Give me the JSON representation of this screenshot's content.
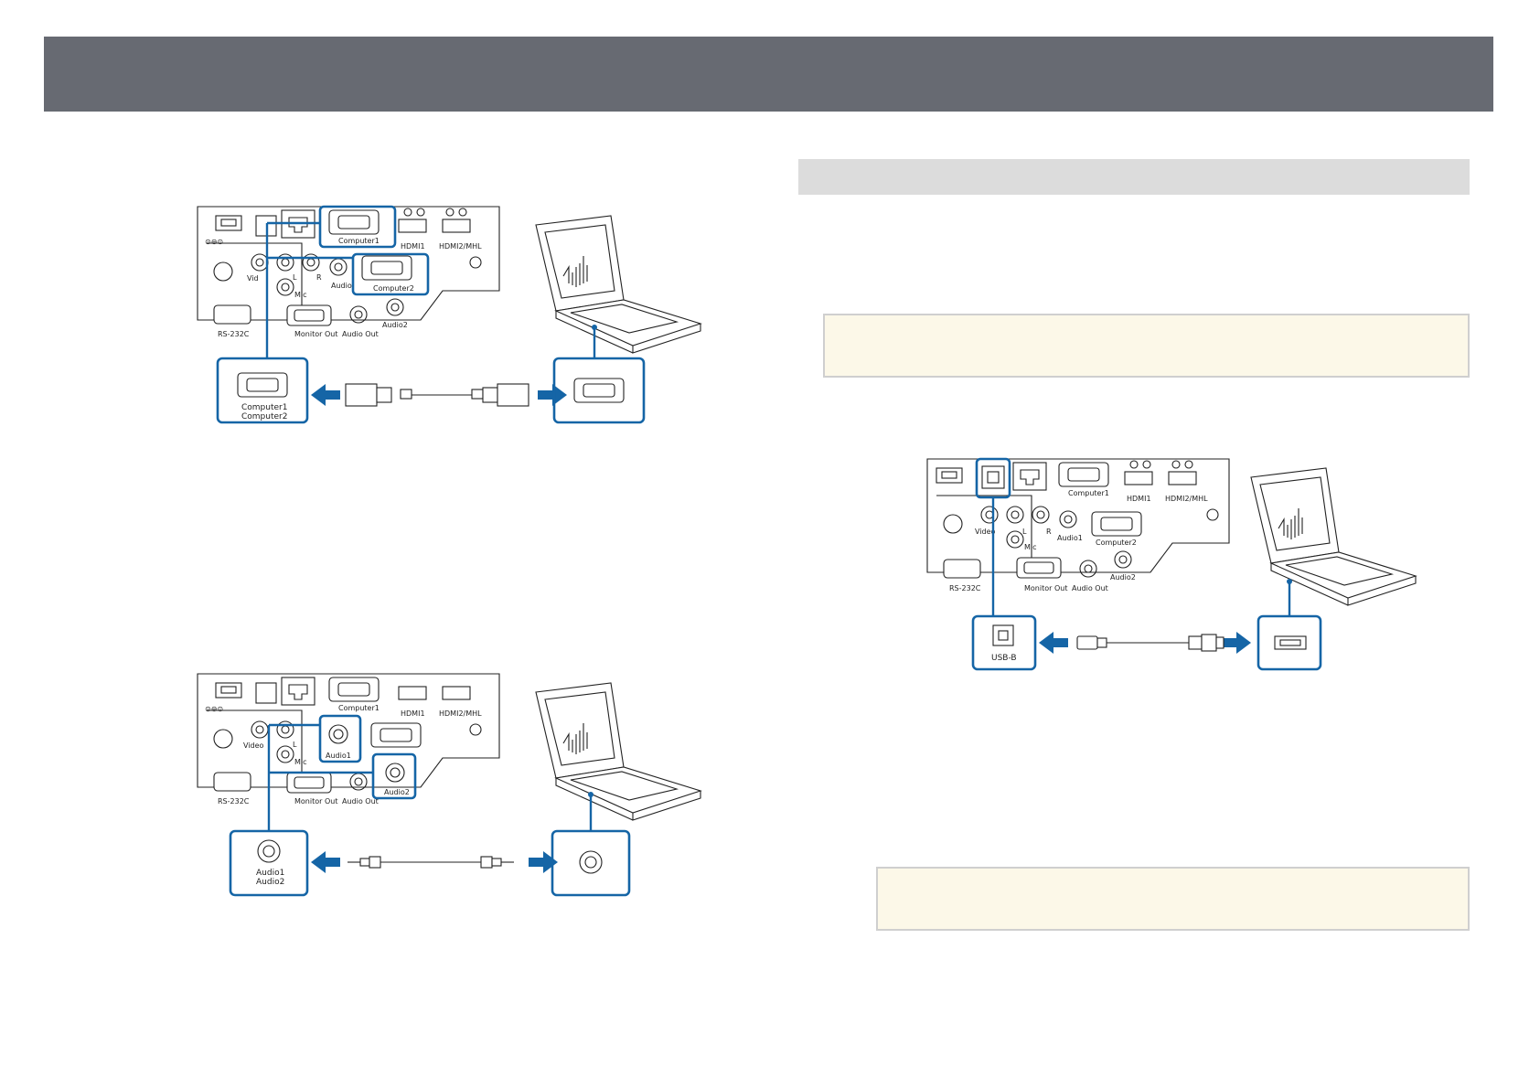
{
  "page": {
    "header_bar": "",
    "section_bar": "",
    "notes": [
      "",
      ""
    ]
  },
  "figure_vga": {
    "panel_labels": {
      "computer1": "Computer1",
      "computer2": "Computer2",
      "hdmi1": "HDMI1",
      "hdmi2": "HDMI2/MHL",
      "video": "Vid",
      "l": "L",
      "r": "R",
      "audio1": "Audio",
      "mic": "Mic",
      "rs232c": "RS-232C",
      "monitor_out": "Monitor Out",
      "audio_out": "Audio Out",
      "audio2": "Audio2"
    },
    "callout_left": [
      "Computer1",
      "Computer2"
    ]
  },
  "figure_audio": {
    "panel_labels": {
      "computer1": "Computer1",
      "hdmi1": "HDMI1",
      "hdmi2": "HDMI2/MHL",
      "video": "Video",
      "l": "L",
      "audio1": "Audio1",
      "mic": "Mic",
      "rs232c": "RS-232C",
      "monitor_out": "Monitor Out",
      "audio_out": "Audio Out",
      "audio2": "Audio2"
    },
    "callout_left": [
      "Audio1",
      "Audio2"
    ]
  },
  "figure_usb": {
    "panel_labels": {
      "computer1": "Computer1",
      "hdmi1": "HDMI1",
      "hdmi2": "HDMI2/MHL",
      "video": "Video",
      "l": "L",
      "r": "R",
      "audio1": "Audio1",
      "computer2": "Computer2",
      "mic": "Mic",
      "rs232c": "RS-232C",
      "monitor_out": "Monitor Out",
      "audio_out": "Audio Out",
      "audio2": "Audio2"
    },
    "callout_left": [
      "USB-B"
    ]
  },
  "colors": {
    "header": "#676a72",
    "section": "#dcdcdc",
    "note_bg": "#fcf8e8",
    "callout_blue": "#1565a6"
  }
}
